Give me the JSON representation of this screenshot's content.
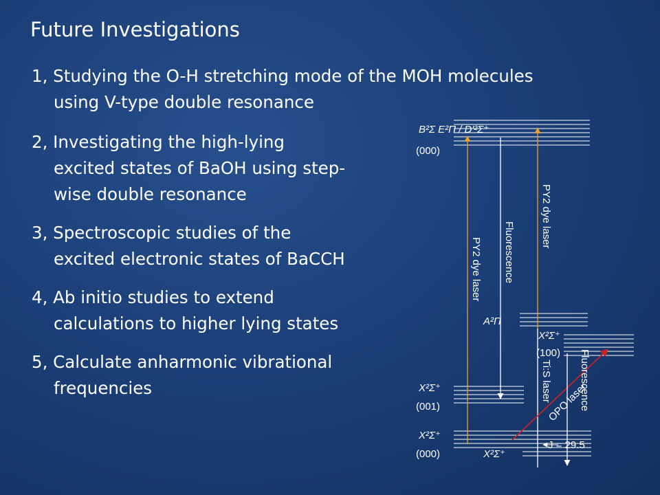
{
  "slide": {
    "title": "Future Investigations",
    "items": [
      {
        "line1": "1, Studying the O-H stretching mode of the MOH molecules",
        "line2": "using V-type double resonance"
      },
      {
        "line1": "2, Investigating the high-lying",
        "line2": "excited states of BaOH using step-",
        "line3": "wise double resonance"
      },
      {
        "line1": "3, Spectroscopic studies of the",
        "line2": "excited electronic states of BaCCH"
      },
      {
        "line1": "4, Ab initio studies to extend",
        "line2": "calculations to higher lying states"
      },
      {
        "line1": "5, Calculate anharmonic vibrational",
        "line2": "frequencies"
      }
    ]
  },
  "diagram": {
    "levels": {
      "upper_state": "B²Σ E²Π / D'²Σ⁺",
      "upper_vib": "(000)",
      "a_state": "A²Π",
      "x100_state": "X²Σ⁺",
      "x100_vib": "(100)",
      "x001_state": "X²Σ⁺",
      "x001_vib": "(001)",
      "x000_state": "X²Σ⁺",
      "x000_vib": "(000)",
      "x_bottom_state": "X²Σ⁺",
      "j_label": "J = 29.5"
    },
    "arrows": {
      "py2_left": "PY2 dye laser",
      "fluor_mid": "Fluorescence",
      "py2_right": "PY2 dye laser",
      "tis_laser": "Ti:S laser",
      "opo_laser": "OPO laser",
      "fluor_right": "Fluorescence"
    },
    "colors": {
      "pump": "#e8a030",
      "opo": "#cc2222",
      "lines": "#ffffff"
    }
  }
}
